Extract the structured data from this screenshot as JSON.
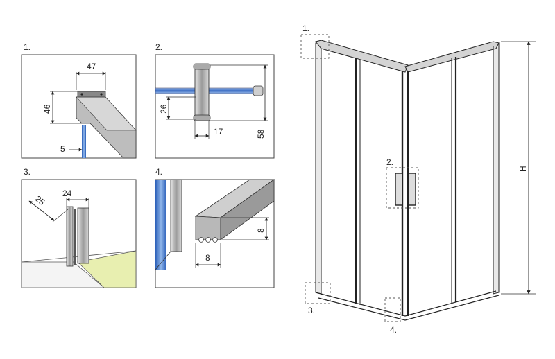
{
  "details": [
    {
      "label": "1.",
      "dims": [
        "47",
        "46",
        "5"
      ]
    },
    {
      "label": "2.",
      "dims": [
        "26",
        "17",
        "58"
      ]
    },
    {
      "label": "3.",
      "dims": [
        "25",
        "24"
      ]
    },
    {
      "label": "4.",
      "dims": [
        "8",
        "8"
      ]
    }
  ],
  "overview": {
    "callouts": [
      "1.",
      "2.",
      "3.",
      "4."
    ],
    "height_label": "H"
  },
  "colors": {
    "line": "#222222",
    "metal": "#cfcfcf",
    "metal_dark": "#8a8a8a",
    "glass": "#4a7fd0",
    "floor": "#e8efb0"
  }
}
